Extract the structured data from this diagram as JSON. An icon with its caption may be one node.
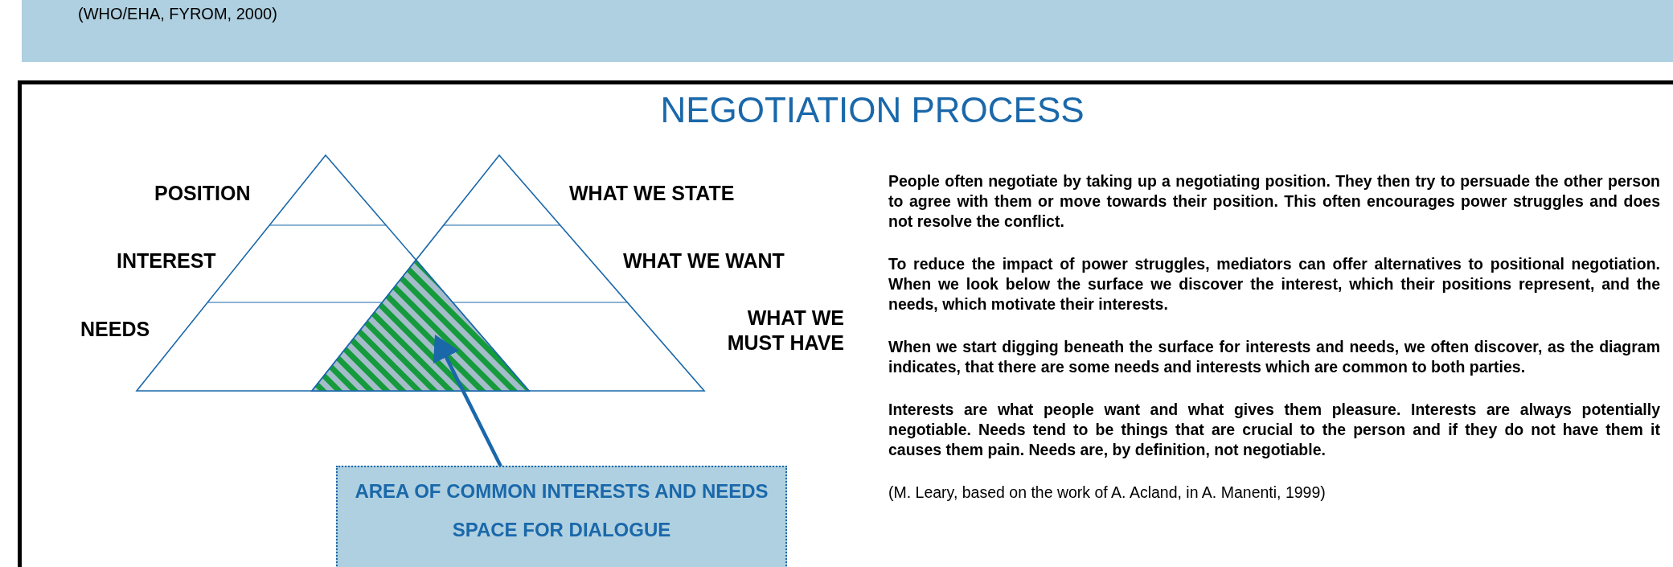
{
  "diagram": {
    "title": "NEGOTIATION PROCESS",
    "nodes": [
      {
        "text": [],
        "shape": "triangle"
      },
      {
        "text": [
          "AREA OF COMMON INTERESTS AND NEEDS",
          "SPACE FOR DIALOGUE"
        ]
      }
    ],
    "edges": [
      {
        "from": 1,
        "to": 0,
        "arrow": "to"
      }
    ],
    "labels": [
      "(WHO/EHA, FYROM, 2000)",
      "POSITION",
      "INTEREST",
      "NEEDS",
      "WHAT WE STATE",
      "WHAT WE WANT",
      "WHAT WE MUST HAVE",
      "People often negotiate by taking up a negotiating position. They then try to persuade the other person to agree with them or move towards their position. This often encourages power struggles and does not resolve the conflict.",
      "To reduce the impact of power struggles, mediators can offer alternatives to positional negotiation. When we look below the surface we discover the interest, which their positions represent, and the needs, which motivate their interests.",
      "When we start digging beneath the surface for interests and needs, we often discover, as the diagram indicates, that there are some needs and interests which are common to both parties.",
      "Interests are what people want and what gives them pleasure. Interests are always potentially negotiable. Needs tend to be things that are crucial to the person and if they do not have them it causes them pain. Needs are, by definition, not negotiable.",
      "(M. Leary, based on the work of A. Acland, in A. Manenti, 1999)"
    ]
  }
}
